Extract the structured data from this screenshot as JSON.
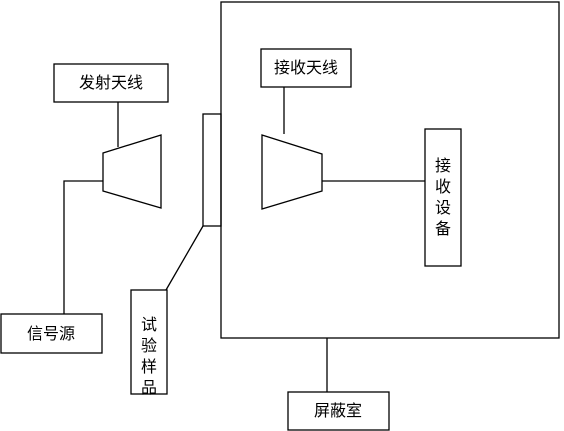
{
  "diagram": {
    "labels": {
      "transmit_antenna": "发射天线",
      "receive_antenna": "接收天线",
      "receiver_equipment": [
        "接",
        "收",
        "设",
        "备"
      ],
      "signal_source": "信号源",
      "test_sample": [
        "试",
        "验",
        "样",
        "品"
      ],
      "shielded_room": "屏蔽室"
    },
    "colors": {
      "stroke": "#000000",
      "background": "#ffffff"
    }
  }
}
